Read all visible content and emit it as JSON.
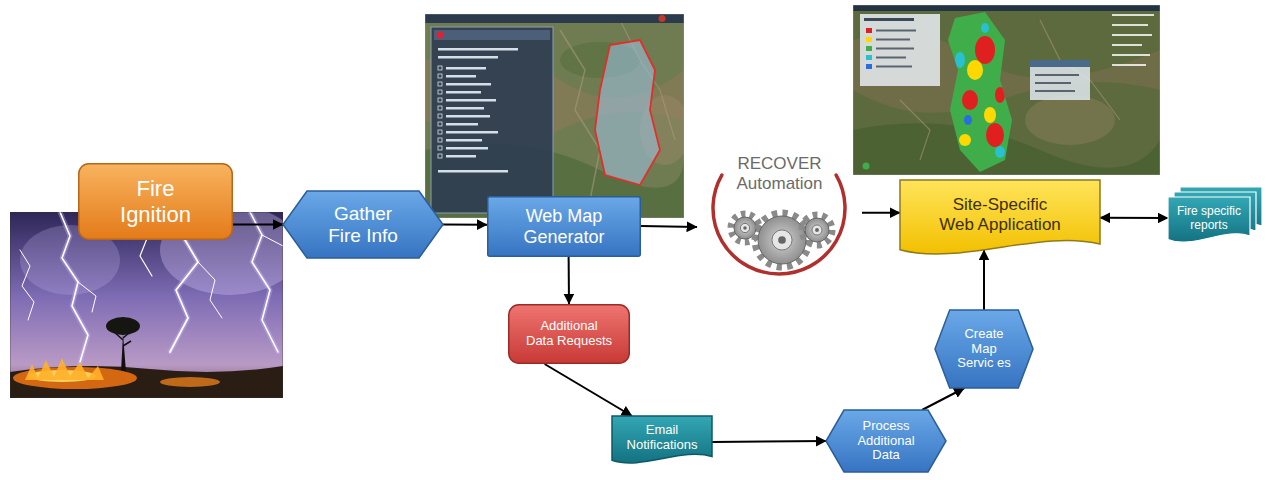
{
  "diagram": {
    "nodes": [
      {
        "text": [
          "Fire Ignition"
        ]
      },
      {
        "text": [
          "Gather Fire Info"
        ]
      },
      {
        "text": [
          "Web Map Generator"
        ]
      },
      {
        "text": [
          "RECOVER Automation"
        ]
      },
      {
        "text": [
          "Site-Specific Web Application"
        ]
      },
      {
        "text": [
          "Fire specific reports"
        ]
      },
      {
        "text": [
          "Additional Data Requests"
        ]
      },
      {
        "text": [
          "Email Notifications"
        ]
      },
      {
        "text": [
          "Process Additional Data"
        ]
      },
      {
        "text": [
          "Create Map Servic es"
        ]
      }
    ],
    "edges": [
      {
        "from": 0,
        "to": 1,
        "arrow": "to"
      },
      {
        "from": 1,
        "to": 2,
        "arrow": "to"
      },
      {
        "from": 2,
        "to": 3,
        "arrow": "to"
      },
      {
        "from": 3,
        "to": 4,
        "arrow": "to"
      },
      {
        "from": 4,
        "to": 5,
        "arrow": "both"
      },
      {
        "from": 2,
        "to": 6,
        "arrow": "to"
      },
      {
        "from": 6,
        "to": 7,
        "arrow": "to"
      },
      {
        "from": 7,
        "to": 8,
        "arrow": "to"
      },
      {
        "from": 8,
        "to": 9,
        "arrow": "to"
      },
      {
        "from": 9,
        "to": 4,
        "arrow": "to"
      }
    ]
  }
}
